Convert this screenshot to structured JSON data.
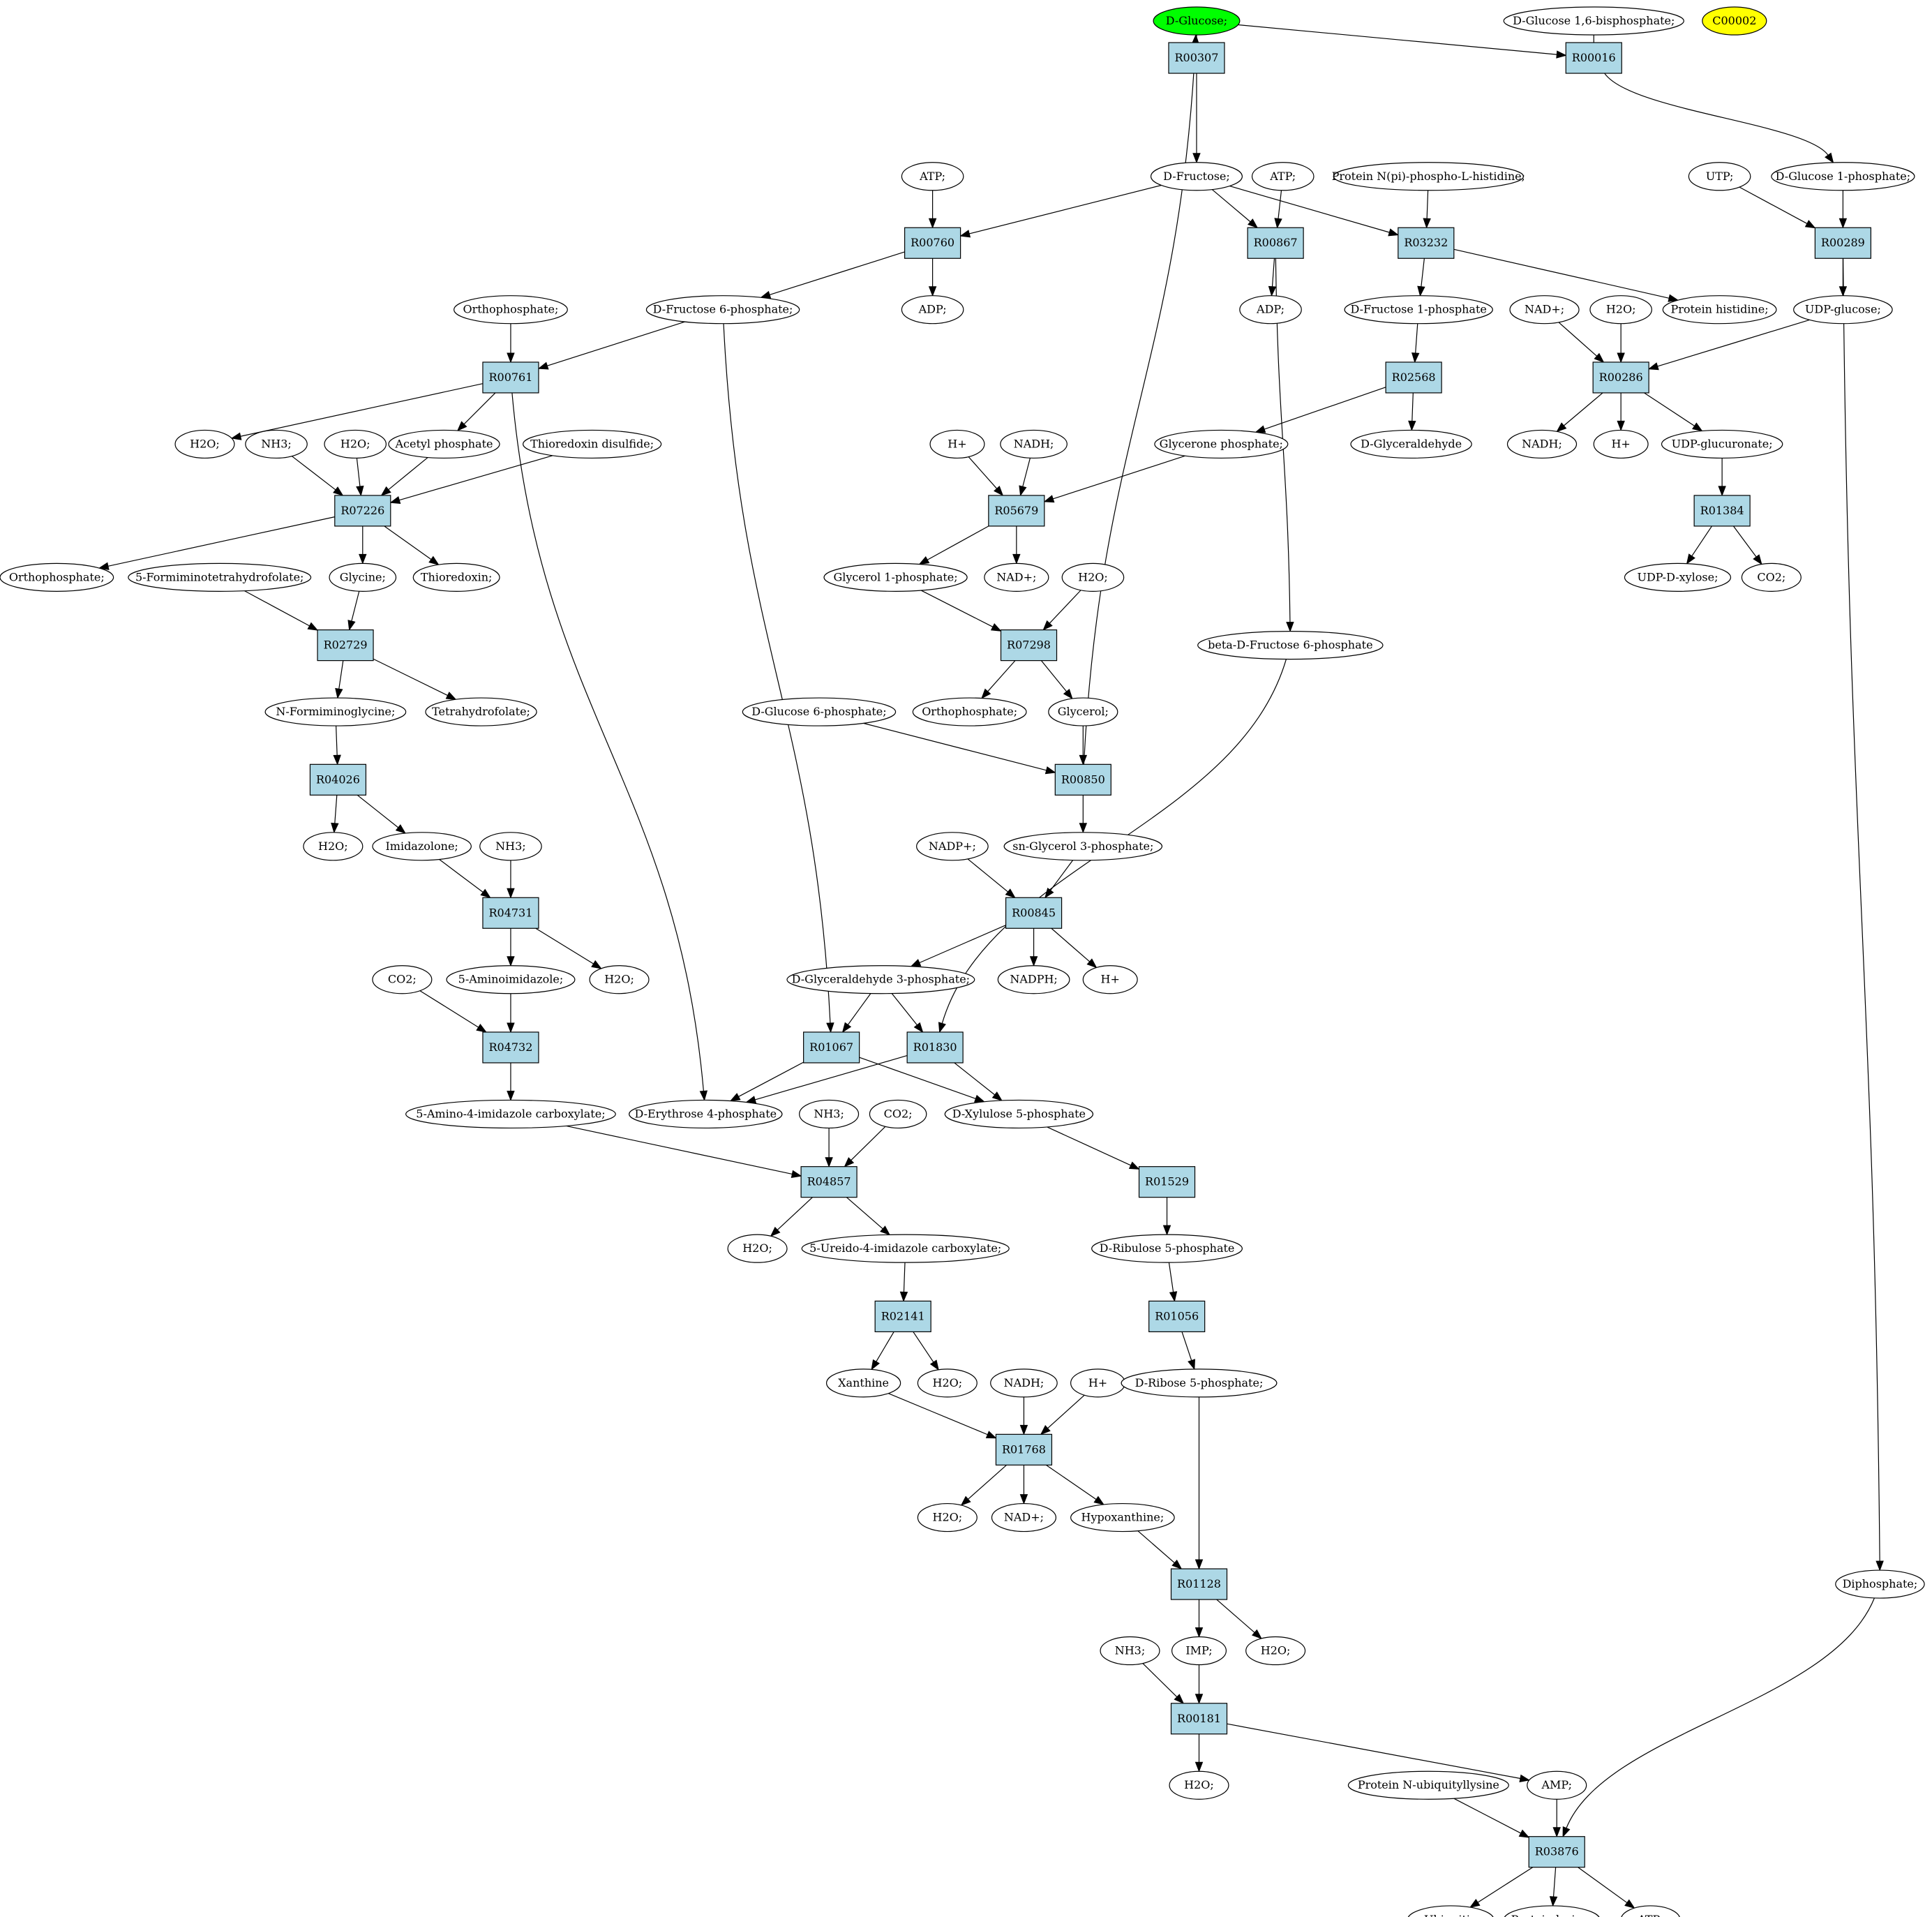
{
  "colors": {
    "background": "#ffffff",
    "reaction_fill": "#add8e6",
    "compound_fill": "#ffffff",
    "start_fill": "#00ff00",
    "highlight_fill": "#ffff00",
    "stroke": "#000000"
  },
  "nodes": [
    {
      "id": "c_dglucose",
      "label": "D-Glucose;",
      "kind": "compound",
      "style": "start"
    },
    {
      "id": "c_dg16bp",
      "label": "D-Glucose 1,6-bisphosphate;",
      "kind": "compound"
    },
    {
      "id": "c_c00002",
      "label": "C00002",
      "kind": "compound",
      "style": "highlight"
    },
    {
      "id": "r_R00307",
      "label": "R00307",
      "kind": "reaction"
    },
    {
      "id": "r_R00016",
      "label": "R00016",
      "kind": "reaction"
    },
    {
      "id": "c_atp1",
      "label": "ATP;",
      "kind": "compound"
    },
    {
      "id": "c_dfructose",
      "label": "D-Fructose;",
      "kind": "compound"
    },
    {
      "id": "c_atp2",
      "label": "ATP;",
      "kind": "compound"
    },
    {
      "id": "c_protnpi",
      "label": "Protein N(pi)-phospho-L-histidine;",
      "kind": "compound"
    },
    {
      "id": "c_utp",
      "label": "UTP;",
      "kind": "compound"
    },
    {
      "id": "c_dg1p",
      "label": "D-Glucose 1-phosphate;",
      "kind": "compound"
    },
    {
      "id": "r_R00760",
      "label": "R00760",
      "kind": "reaction"
    },
    {
      "id": "r_R00867",
      "label": "R00867",
      "kind": "reaction"
    },
    {
      "id": "r_R03232",
      "label": "R03232",
      "kind": "reaction"
    },
    {
      "id": "r_R00289",
      "label": "R00289",
      "kind": "reaction"
    },
    {
      "id": "c_orthop1",
      "label": "Orthophosphate;",
      "kind": "compound"
    },
    {
      "id": "c_df6p",
      "label": "D-Fructose 6-phosphate;",
      "kind": "compound"
    },
    {
      "id": "c_adp1",
      "label": "ADP;",
      "kind": "compound"
    },
    {
      "id": "c_adp2",
      "label": "ADP;",
      "kind": "compound"
    },
    {
      "id": "c_df1p",
      "label": "D-Fructose 1-phosphate",
      "kind": "compound"
    },
    {
      "id": "c_prothis",
      "label": "Protein histidine;",
      "kind": "compound"
    },
    {
      "id": "c_nadp1",
      "label": "NAD+;",
      "kind": "compound"
    },
    {
      "id": "c_h2o_r286",
      "label": "H2O;",
      "kind": "compound"
    },
    {
      "id": "c_udpglc",
      "label": "UDP-glucose;",
      "kind": "compound"
    },
    {
      "id": "r_R00761",
      "label": "R00761",
      "kind": "reaction"
    },
    {
      "id": "r_R02568",
      "label": "R02568",
      "kind": "reaction"
    },
    {
      "id": "r_R00286",
      "label": "R00286",
      "kind": "reaction"
    },
    {
      "id": "c_h2o_a",
      "label": "H2O;",
      "kind": "compound"
    },
    {
      "id": "c_nh3_a",
      "label": "NH3;",
      "kind": "compound"
    },
    {
      "id": "c_h2o_b",
      "label": "H2O;",
      "kind": "compound"
    },
    {
      "id": "c_acetylp",
      "label": "Acetyl phosphate",
      "kind": "compound"
    },
    {
      "id": "c_thioredis",
      "label": "Thioredoxin disulfide;",
      "kind": "compound"
    },
    {
      "id": "c_hplus1",
      "label": "H+",
      "kind": "compound"
    },
    {
      "id": "c_nadh1",
      "label": "NADH;",
      "kind": "compound"
    },
    {
      "id": "c_glyceronep",
      "label": "Glycerone phosphate;",
      "kind": "compound"
    },
    {
      "id": "c_dglyald",
      "label": "D-Glyceraldehyde",
      "kind": "compound"
    },
    {
      "id": "c_nadh2",
      "label": "NADH;",
      "kind": "compound"
    },
    {
      "id": "c_hplus2",
      "label": "H+",
      "kind": "compound"
    },
    {
      "id": "c_udpglcur",
      "label": "UDP-glucuronate;",
      "kind": "compound"
    },
    {
      "id": "r_R07226",
      "label": "R07226",
      "kind": "reaction"
    },
    {
      "id": "r_R05679",
      "label": "R05679",
      "kind": "reaction"
    },
    {
      "id": "r_R01384",
      "label": "R01384",
      "kind": "reaction"
    },
    {
      "id": "c_orthop2",
      "label": "Orthophosphate;",
      "kind": "compound"
    },
    {
      "id": "c_5fthf",
      "label": "5-Formiminotetrahydrofolate;",
      "kind": "compound"
    },
    {
      "id": "c_glycine",
      "label": "Glycine;",
      "kind": "compound"
    },
    {
      "id": "c_thioredoxin",
      "label": "Thioredoxin;",
      "kind": "compound"
    },
    {
      "id": "c_glycerol1p",
      "label": "Glycerol 1-phosphate;",
      "kind": "compound"
    },
    {
      "id": "c_nad2",
      "label": "NAD+;",
      "kind": "compound"
    },
    {
      "id": "c_h2o_c",
      "label": "H2O;",
      "kind": "compound"
    },
    {
      "id": "c_udpxyl",
      "label": "UDP-D-xylose;",
      "kind": "compound"
    },
    {
      "id": "c_co2_a",
      "label": "CO2;",
      "kind": "compound"
    },
    {
      "id": "r_R02729",
      "label": "R02729",
      "kind": "reaction"
    },
    {
      "id": "r_R07298",
      "label": "R07298",
      "kind": "reaction"
    },
    {
      "id": "c_bdf6p",
      "label": "beta-D-Fructose 6-phosphate",
      "kind": "compound"
    },
    {
      "id": "c_nformgly",
      "label": "N-Formiminoglycine;",
      "kind": "compound"
    },
    {
      "id": "c_thf",
      "label": "Tetrahydrofolate;",
      "kind": "compound"
    },
    {
      "id": "c_dg6p",
      "label": "D-Glucose 6-phosphate;",
      "kind": "compound"
    },
    {
      "id": "c_orthop3",
      "label": "Orthophosphate;",
      "kind": "compound"
    },
    {
      "id": "c_glycerol",
      "label": "Glycerol;",
      "kind": "compound"
    },
    {
      "id": "r_R04026",
      "label": "R04026",
      "kind": "reaction"
    },
    {
      "id": "r_R00850",
      "label": "R00850",
      "kind": "reaction"
    },
    {
      "id": "c_h2o_d",
      "label": "H2O;",
      "kind": "compound"
    },
    {
      "id": "c_imidazolone",
      "label": "Imidazolone;",
      "kind": "compound"
    },
    {
      "id": "c_nh3_b",
      "label": "NH3;",
      "kind": "compound"
    },
    {
      "id": "c_nadp_plus",
      "label": "NADP+;",
      "kind": "compound"
    },
    {
      "id": "c_snglycerol3p",
      "label": "sn-Glycerol 3-phosphate;",
      "kind": "compound"
    },
    {
      "id": "r_R04731",
      "label": "R04731",
      "kind": "reaction"
    },
    {
      "id": "r_R00845",
      "label": "R00845",
      "kind": "reaction"
    },
    {
      "id": "c_co2_b",
      "label": "CO2;",
      "kind": "compound"
    },
    {
      "id": "c_5aminoimid",
      "label": "5-Aminoimidazole;",
      "kind": "compound"
    },
    {
      "id": "c_h2o_e",
      "label": "H2O;",
      "kind": "compound"
    },
    {
      "id": "c_dga3p",
      "label": "D-Glyceraldehyde 3-phosphate;",
      "kind": "compound"
    },
    {
      "id": "c_nadph",
      "label": "NADPH;",
      "kind": "compound"
    },
    {
      "id": "c_hplus3",
      "label": "H+",
      "kind": "compound"
    },
    {
      "id": "r_R04732",
      "label": "R04732",
      "kind": "reaction"
    },
    {
      "id": "r_R01067",
      "label": "R01067",
      "kind": "reaction"
    },
    {
      "id": "r_R01830",
      "label": "R01830",
      "kind": "reaction"
    },
    {
      "id": "c_5a4ic",
      "label": "5-Amino-4-imidazole carboxylate;",
      "kind": "compound"
    },
    {
      "id": "c_de4p",
      "label": "D-Erythrose 4-phosphate",
      "kind": "compound"
    },
    {
      "id": "c_nh3_c",
      "label": "NH3;",
      "kind": "compound"
    },
    {
      "id": "c_co2_c",
      "label": "CO2;",
      "kind": "compound"
    },
    {
      "id": "c_dx5p",
      "label": "D-Xylulose 5-phosphate",
      "kind": "compound"
    },
    {
      "id": "r_R04857",
      "label": "R04857",
      "kind": "reaction"
    },
    {
      "id": "r_R01529",
      "label": "R01529",
      "kind": "reaction"
    },
    {
      "id": "c_h2o_f",
      "label": "H2O;",
      "kind": "compound"
    },
    {
      "id": "c_5u4ic",
      "label": "5-Ureido-4-imidazole carboxylate;",
      "kind": "compound"
    },
    {
      "id": "c_dribu5p",
      "label": "D-Ribulose 5-phosphate",
      "kind": "compound"
    },
    {
      "id": "r_R02141",
      "label": "R02141",
      "kind": "reaction"
    },
    {
      "id": "r_R01056",
      "label": "R01056",
      "kind": "reaction"
    },
    {
      "id": "c_xanthine",
      "label": "Xanthine",
      "kind": "compound"
    },
    {
      "id": "c_h2o_g",
      "label": "H2O;",
      "kind": "compound"
    },
    {
      "id": "c_nadh3",
      "label": "NADH;",
      "kind": "compound"
    },
    {
      "id": "c_hplus4",
      "label": "H+",
      "kind": "compound"
    },
    {
      "id": "c_dr5p",
      "label": "D-Ribose 5-phosphate;",
      "kind": "compound"
    },
    {
      "id": "r_R01768",
      "label": "R01768",
      "kind": "reaction"
    },
    {
      "id": "c_h2o_h",
      "label": "H2O;",
      "kind": "compound"
    },
    {
      "id": "c_nad3",
      "label": "NAD+;",
      "kind": "compound"
    },
    {
      "id": "c_hypoxanthine",
      "label": "Hypoxanthine;",
      "kind": "compound"
    },
    {
      "id": "r_R01128",
      "label": "R01128",
      "kind": "reaction"
    },
    {
      "id": "c_diphosphate",
      "label": "Diphosphate;",
      "kind": "compound"
    },
    {
      "id": "c_nh3_d",
      "label": "NH3;",
      "kind": "compound"
    },
    {
      "id": "c_imp",
      "label": "IMP;",
      "kind": "compound"
    },
    {
      "id": "c_h2o_i",
      "label": "H2O;",
      "kind": "compound"
    },
    {
      "id": "r_R00181",
      "label": "R00181",
      "kind": "reaction"
    },
    {
      "id": "c_h2o_j",
      "label": "H2O;",
      "kind": "compound"
    },
    {
      "id": "c_protnubq",
      "label": "Protein N-ubiquityllysine",
      "kind": "compound"
    },
    {
      "id": "c_amp",
      "label": "AMP;",
      "kind": "compound"
    },
    {
      "id": "r_R03876",
      "label": "R03876",
      "kind": "reaction"
    },
    {
      "id": "c_ubiquitin",
      "label": "Ubiquitin",
      "kind": "compound"
    },
    {
      "id": "c_protlys",
      "label": "Protein lysine;",
      "kind": "compound"
    },
    {
      "id": "c_atp3",
      "label": "ATP;",
      "kind": "compound"
    }
  ],
  "edges": [
    [
      "c_dglucose",
      "r_R00307"
    ],
    [
      "c_dglucose",
      "r_R00016"
    ],
    [
      "c_dg16bp",
      "r_R00016"
    ],
    [
      "r_R00307",
      "c_dfructose"
    ],
    [
      "r_R00016",
      "c_dg1p"
    ],
    [
      "c_atp1",
      "r_R00760"
    ],
    [
      "c_dfructose",
      "r_R00760"
    ],
    [
      "r_R00760",
      "c_df6p"
    ],
    [
      "r_R00760",
      "c_adp1"
    ],
    [
      "c_dfructose",
      "r_R00867"
    ],
    [
      "c_atp2",
      "r_R00867"
    ],
    [
      "r_R00867",
      "c_adp2"
    ],
    [
      "r_R00867",
      "c_bdf6p"
    ],
    [
      "c_dfructose",
      "r_R03232"
    ],
    [
      "c_protnpi",
      "r_R03232"
    ],
    [
      "r_R03232",
      "c_df1p"
    ],
    [
      "r_R03232",
      "c_prothis"
    ],
    [
      "c_utp",
      "r_R00289"
    ],
    [
      "c_dg1p",
      "r_R00289"
    ],
    [
      "r_R00289",
      "c_udpglc"
    ],
    [
      "r_R00289",
      "c_diphosphate"
    ],
    [
      "c_orthop1",
      "r_R00761"
    ],
    [
      "c_df6p",
      "r_R00761"
    ],
    [
      "c_df6p",
      "r_R01067"
    ],
    [
      "r_R00761",
      "c_h2o_a"
    ],
    [
      "r_R00761",
      "c_acetylp"
    ],
    [
      "r_R00761",
      "c_de4p"
    ],
    [
      "c_df1p",
      "r_R02568"
    ],
    [
      "r_R02568",
      "c_glyceronep"
    ],
    [
      "r_R02568",
      "c_dglyald"
    ],
    [
      "c_nadp1",
      "r_R00286"
    ],
    [
      "c_h2o_r286",
      "r_R00286"
    ],
    [
      "c_udpglc",
      "r_R00286"
    ],
    [
      "r_R00286",
      "c_nadh2"
    ],
    [
      "r_R00286",
      "c_hplus2"
    ],
    [
      "r_R00286",
      "c_udpglcur"
    ],
    [
      "c_nh3_a",
      "r_R07226"
    ],
    [
      "c_h2o_b",
      "r_R07226"
    ],
    [
      "c_acetylp",
      "r_R07226"
    ],
    [
      "c_thioredis",
      "r_R07226"
    ],
    [
      "r_R07226",
      "c_orthop2"
    ],
    [
      "r_R07226",
      "c_glycine"
    ],
    [
      "r_R07226",
      "c_thioredoxin"
    ],
    [
      "c_hplus1",
      "r_R05679"
    ],
    [
      "c_nadh1",
      "r_R05679"
    ],
    [
      "c_glyceronep",
      "r_R05679"
    ],
    [
      "r_R05679",
      "c_glycerol1p"
    ],
    [
      "r_R05679",
      "c_nad2"
    ],
    [
      "c_udpglcur",
      "r_R01384"
    ],
    [
      "r_R01384",
      "c_udpxyl"
    ],
    [
      "r_R01384",
      "c_co2_a"
    ],
    [
      "c_5fthf",
      "r_R02729"
    ],
    [
      "c_glycine",
      "r_R02729"
    ],
    [
      "r_R02729",
      "c_nformgly"
    ],
    [
      "r_R02729",
      "c_thf"
    ],
    [
      "c_glycerol1p",
      "r_R07298"
    ],
    [
      "c_h2o_c",
      "r_R07298"
    ],
    [
      "r_R07298",
      "c_orthop3"
    ],
    [
      "r_R07298",
      "c_glycerol"
    ],
    [
      "c_nformgly",
      "r_R04026"
    ],
    [
      "r_R04026",
      "c_h2o_d"
    ],
    [
      "r_R04026",
      "c_imidazolone"
    ],
    [
      "c_dg6p",
      "r_R00850"
    ],
    [
      "c_glycerol",
      "r_R00850"
    ],
    [
      "r_R00850",
      "c_dglucose"
    ],
    [
      "r_R00850",
      "c_snglycerol3p"
    ],
    [
      "c_imidazolone",
      "r_R04731"
    ],
    [
      "c_nh3_b",
      "r_R04731"
    ],
    [
      "r_R04731",
      "c_5aminoimid"
    ],
    [
      "r_R04731",
      "c_h2o_e"
    ],
    [
      "c_nadp_plus",
      "r_R00845"
    ],
    [
      "c_snglycerol3p",
      "r_R00845"
    ],
    [
      "r_R00845",
      "c_dga3p"
    ],
    [
      "r_R00845",
      "c_nadph"
    ],
    [
      "r_R00845",
      "c_hplus3"
    ],
    [
      "c_co2_b",
      "r_R04732"
    ],
    [
      "c_5aminoimid",
      "r_R04732"
    ],
    [
      "r_R04732",
      "c_5a4ic"
    ],
    [
      "c_dga3p",
      "r_R01067"
    ],
    [
      "c_dga3p",
      "r_R01830"
    ],
    [
      "c_bdf6p",
      "r_R01830"
    ],
    [
      "r_R01067",
      "c_de4p"
    ],
    [
      "r_R01067",
      "c_dx5p"
    ],
    [
      "r_R01830",
      "c_de4p"
    ],
    [
      "r_R01830",
      "c_dx5p"
    ],
    [
      "c_5a4ic",
      "r_R04857"
    ],
    [
      "c_nh3_c",
      "r_R04857"
    ],
    [
      "c_co2_c",
      "r_R04857"
    ],
    [
      "r_R04857",
      "c_h2o_f"
    ],
    [
      "r_R04857",
      "c_5u4ic"
    ],
    [
      "c_dx5p",
      "r_R01529"
    ],
    [
      "r_R01529",
      "c_dribu5p"
    ],
    [
      "c_5u4ic",
      "r_R02141"
    ],
    [
      "r_R02141",
      "c_xanthine"
    ],
    [
      "r_R02141",
      "c_h2o_g"
    ],
    [
      "c_dribu5p",
      "r_R01056"
    ],
    [
      "r_R01056",
      "c_dr5p"
    ],
    [
      "c_xanthine",
      "r_R01768"
    ],
    [
      "c_nadh3",
      "r_R01768"
    ],
    [
      "c_hplus4",
      "r_R01768"
    ],
    [
      "r_R01768",
      "c_h2o_h"
    ],
    [
      "r_R01768",
      "c_nad3"
    ],
    [
      "r_R01768",
      "c_hypoxanthine"
    ],
    [
      "c_hypoxanthine",
      "r_R01128"
    ],
    [
      "c_dr5p",
      "r_R01128"
    ],
    [
      "r_R01128",
      "c_imp"
    ],
    [
      "r_R01128",
      "c_h2o_i"
    ],
    [
      "c_nh3_d",
      "r_R00181"
    ],
    [
      "c_imp",
      "r_R00181"
    ],
    [
      "r_R00181",
      "c_h2o_j"
    ],
    [
      "r_R00181",
      "c_amp"
    ],
    [
      "c_protnubq",
      "r_R03876"
    ],
    [
      "c_amp",
      "r_R03876"
    ],
    [
      "c_diphosphate",
      "r_R03876"
    ],
    [
      "r_R03876",
      "c_ubiquitin"
    ],
    [
      "r_R03876",
      "c_protlys"
    ],
    [
      "r_R03876",
      "c_atp3"
    ]
  ]
}
